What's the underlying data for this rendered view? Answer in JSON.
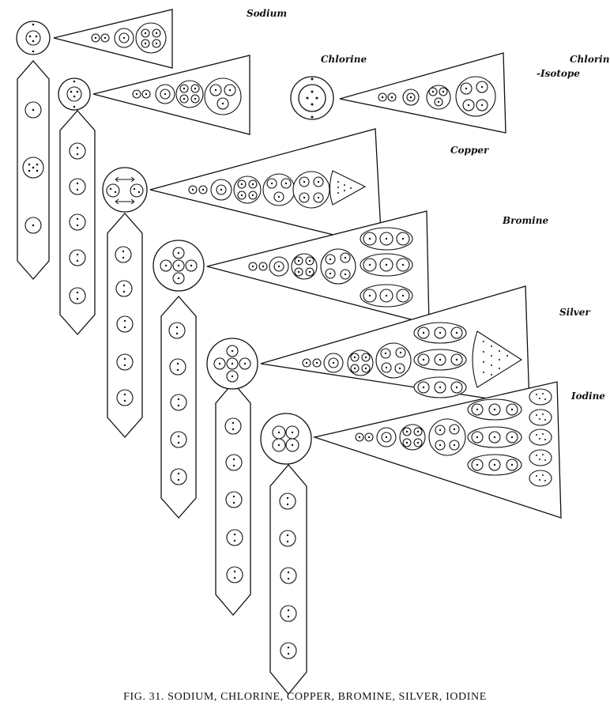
{
  "labels": {
    "sodium": "Sodium",
    "chlorine": "Chlorine",
    "chlorine_isotope_1": "Chlorine",
    "chlorine_isotope_2": "-Isotope",
    "copper": "Copper",
    "bromine": "Bromine",
    "silver": "Silver",
    "iodine": "Iodine"
  },
  "caption": "FIG. 31. SODIUM, CHLORINE, COPPER, BROMINE, SILVER, IODINE",
  "colors": {
    "ink": "#111111",
    "paper": "#ffffff"
  }
}
